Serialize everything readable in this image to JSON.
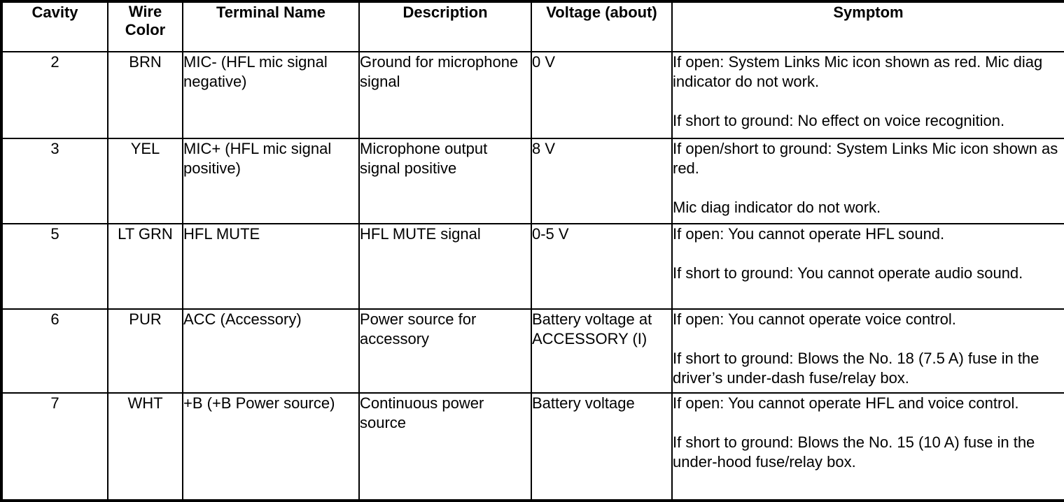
{
  "table": {
    "columns": [
      {
        "key": "cavity",
        "label": "Cavity"
      },
      {
        "key": "wire_color",
        "label_line1": "Wire",
        "label_line2": "Color"
      },
      {
        "key": "terminal",
        "label": "Terminal Name"
      },
      {
        "key": "description",
        "label": "Description"
      },
      {
        "key": "voltage",
        "label": "Voltage (about)"
      },
      {
        "key": "symptom",
        "label": "Symptom"
      }
    ],
    "rows": [
      {
        "cavity": "2",
        "wire_color": "BRN",
        "terminal": "MIC- (HFL mic signal negative)",
        "description": "Ground for microphone signal",
        "voltage": "0 V",
        "symptom_p1": "If open: System Links Mic icon shown as red. Mic diag indicator do not work.",
        "symptom_p2": "If short to ground: No effect on voice recognition."
      },
      {
        "cavity": "3",
        "wire_color": "YEL",
        "terminal": "MIC+ (HFL mic signal positive)",
        "description": "Microphone output signal positive",
        "voltage": "8 V",
        "symptom_p1": "If open/short to ground: System Links Mic icon shown as red.",
        "symptom_p2": "Mic diag indicator do not work."
      },
      {
        "cavity": "5",
        "wire_color": "LT GRN",
        "terminal": "HFL MUTE",
        "description": "HFL MUTE signal",
        "voltage": "0-5 V",
        "symptom_p1": "If open: You cannot operate HFL sound.",
        "symptom_p2": "If short to ground: You cannot operate audio sound."
      },
      {
        "cavity": "6",
        "wire_color": "PUR",
        "terminal": "ACC (Accessory)",
        "description": "Power source for accessory",
        "voltage": "Battery voltage at ACCESSORY (I)",
        "symptom_p1": "If open: You cannot operate voice control.",
        "symptom_p2": "If short to ground: Blows the No. 18 (7.5 A) fuse in the driver’s under-dash fuse/relay box."
      },
      {
        "cavity": "7",
        "wire_color": "WHT",
        "terminal": "+B (+B Power source)",
        "description": "Continuous power source",
        "voltage": "Battery voltage",
        "symptom_p1": "If open: You cannot operate HFL and voice control.",
        "symptom_p2": "If short to ground: Blows the No. 15 (10 A) fuse in the under-hood fuse/relay box."
      }
    ]
  },
  "colors": {
    "border": "#000000",
    "text": "#000000",
    "background": "#ffffff"
  }
}
